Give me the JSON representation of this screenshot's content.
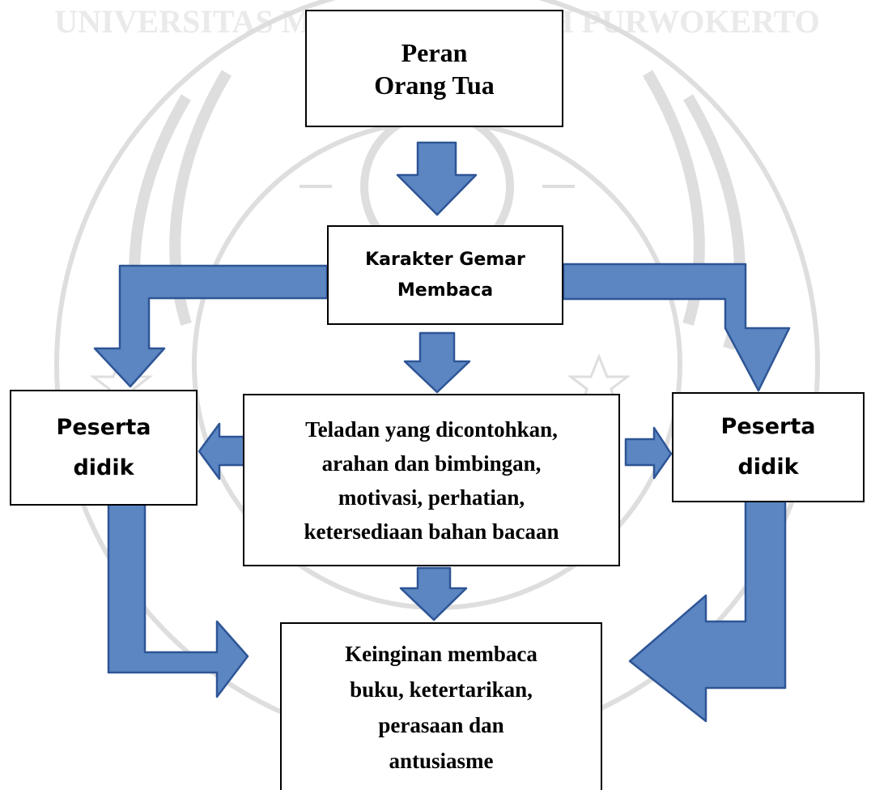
{
  "diagram": {
    "colors": {
      "arrow_fill": "#5b86c2",
      "arrow_stroke": "#2e5596",
      "box_border": "#000000",
      "watermark": "#cccccc"
    },
    "boxes": {
      "peran_orang_tua": "Peran\nOrang Tua",
      "karakter_gemar_membaca": "Karakter Gemar\nMembaca",
      "peserta_didik_left": "Peserta\ndidik",
      "teladan": "Teladan yang dicontohkan,\narahan dan bimbingan,\nmotivasi, perhatian,\nketersediaan bahan bacaan",
      "peserta_didik_right": "Peserta\ndidik",
      "keinginan": "Keinginan membaca\nbuku, ketertarikan,\nperasaan dan\nantusiasme"
    },
    "watermark_text": "UNIVERSITAS MUHAMMADIYAH PURWOKERTO"
  }
}
